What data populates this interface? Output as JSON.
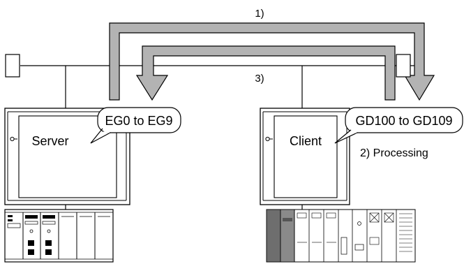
{
  "flows": {
    "step1_label": "1)",
    "step2_label": "2) Processing",
    "step3_label": "3)"
  },
  "server": {
    "label": "Server",
    "device_range": "EG0 to EG9"
  },
  "client": {
    "label": "Client",
    "device_range": "GD100 to GD109"
  },
  "colors": {
    "arrow_fill": "#b3b3b3",
    "line": "#000000",
    "plc_dark": "#6e6e6e"
  }
}
